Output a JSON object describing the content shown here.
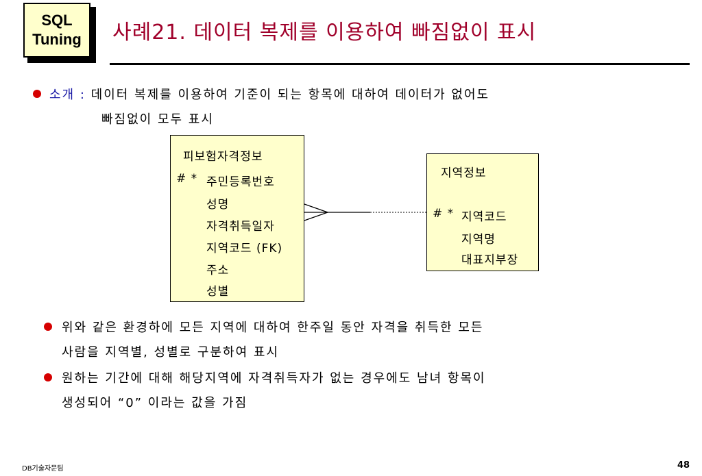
{
  "logo": {
    "line1": "SQL",
    "line2": "Tuning"
  },
  "title": "사례21. 데이터 복제를 이용하여 빠짐없이 표시",
  "intro": {
    "label": "소개 :",
    "line1": "데이터 복제를 이용하여 기준이 되는 항목에 대하여 데이터가 없어도",
    "line2": "빠짐없이 모두 표시"
  },
  "entity_left": {
    "title": "피보험자격정보",
    "key_marker": "# *",
    "key_attr": "주민등록번호",
    "attrs": [
      "성명",
      "자격취득일자",
      "지역코드 (FK)",
      "주소",
      "성별"
    ]
  },
  "entity_right": {
    "title": "지역정보",
    "key_marker": "# *",
    "key_attr": "지역코드",
    "attrs": [
      "지역명",
      "대표지부장"
    ]
  },
  "bullets": [
    {
      "line1": "위와 같은 환경하에 모든 지역에 대하여 한주일 동안 자격을 취득한 모든",
      "line2": "사람을 지역별, 성별로 구분하여 표시"
    },
    {
      "line1": "원하는 기간에 대해 해당지역에 자격취득자가 없는 경우에도 남녀 항목이",
      "line2": "생성되어  “0” 이라는 값을 가짐"
    }
  ],
  "footer": {
    "org": "DB기술자문팀",
    "page": "48"
  },
  "colors": {
    "title": "#a0002a",
    "bullet": "#d60000",
    "label": "#1a1aa6",
    "entity_fill": "#ffffcc"
  }
}
